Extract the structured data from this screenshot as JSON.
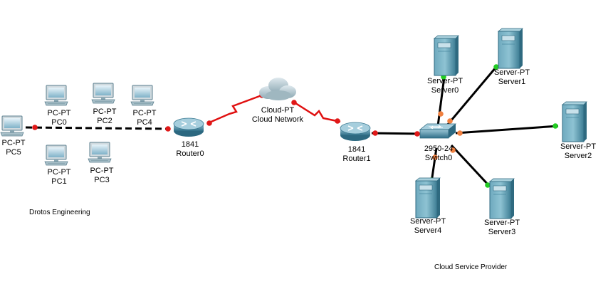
{
  "colors": {
    "ethernet_link": "#000000",
    "serial_link": "#e01010",
    "port_down": "#e01818",
    "port_up": "#22cc22",
    "port_blocking": "#f08040"
  },
  "notes": {
    "left_area": "Drotos Engineering",
    "right_area": "Cloud Service Provider"
  },
  "devices": {
    "pc5": {
      "model": "PC-PT",
      "name": "PC5",
      "icon": "pc-icon"
    },
    "pc0": {
      "model": "PC-PT",
      "name": "PC0",
      "icon": "pc-icon"
    },
    "pc2": {
      "model": "PC-PT",
      "name": "PC2",
      "icon": "pc-icon"
    },
    "pc4": {
      "model": "PC-PT",
      "name": "PC4",
      "icon": "pc-icon"
    },
    "pc1": {
      "model": "PC-PT",
      "name": "PC1",
      "icon": "pc-icon"
    },
    "pc3": {
      "model": "PC-PT",
      "name": "PC3",
      "icon": "pc-icon"
    },
    "router0": {
      "model": "1841",
      "name": "Router0",
      "icon": "router-icon"
    },
    "cloud": {
      "model": "Cloud-PT",
      "name": "Cloud Network",
      "icon": "cloud-icon"
    },
    "router1": {
      "model": "1841",
      "name": "Router1",
      "icon": "router-icon"
    },
    "switch0": {
      "model": "2950-24",
      "name": "Switch0",
      "icon": "switch-icon"
    },
    "server0": {
      "model": "Server-PT",
      "name": "Server0",
      "icon": "server-icon"
    },
    "server1": {
      "model": "Server-PT",
      "name": "Server1",
      "icon": "server-icon"
    },
    "server2": {
      "model": "Server-PT",
      "name": "Server2",
      "icon": "server-icon"
    },
    "server3": {
      "model": "Server-PT",
      "name": "Server3",
      "icon": "server-icon"
    },
    "server4": {
      "model": "Server-PT",
      "name": "Server4",
      "icon": "server-icon"
    }
  }
}
